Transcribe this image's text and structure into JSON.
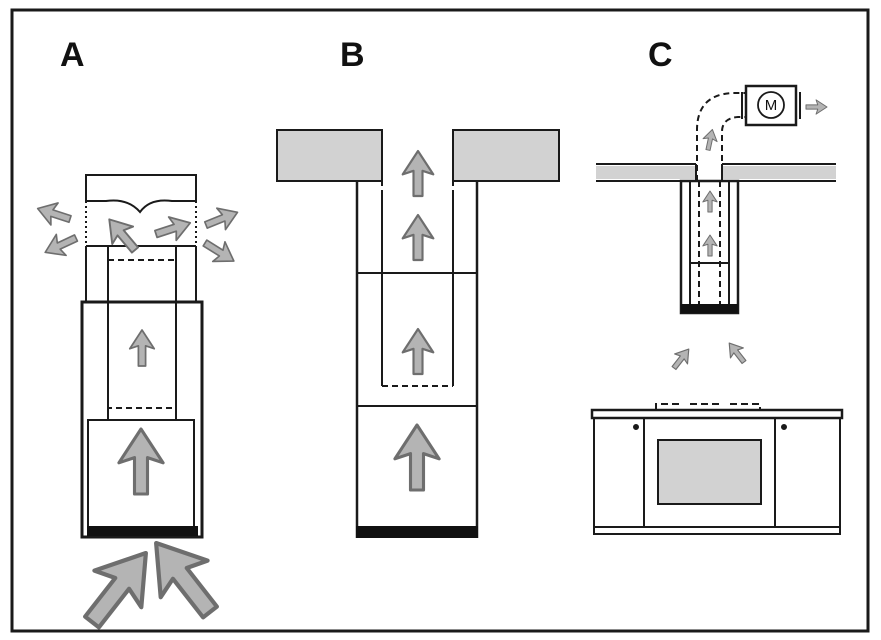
{
  "panels": [
    {
      "label": "A"
    },
    {
      "label": "B"
    },
    {
      "label": "C"
    }
  ],
  "motor": {
    "label": "M"
  },
  "colors": {
    "outline": "#1a1a1a",
    "arrow_fill": "#b4b4b4",
    "arrow_stroke": "#6e6e6e",
    "ceiling_fill": "#d2d2d2",
    "filter_band": "#111111"
  }
}
